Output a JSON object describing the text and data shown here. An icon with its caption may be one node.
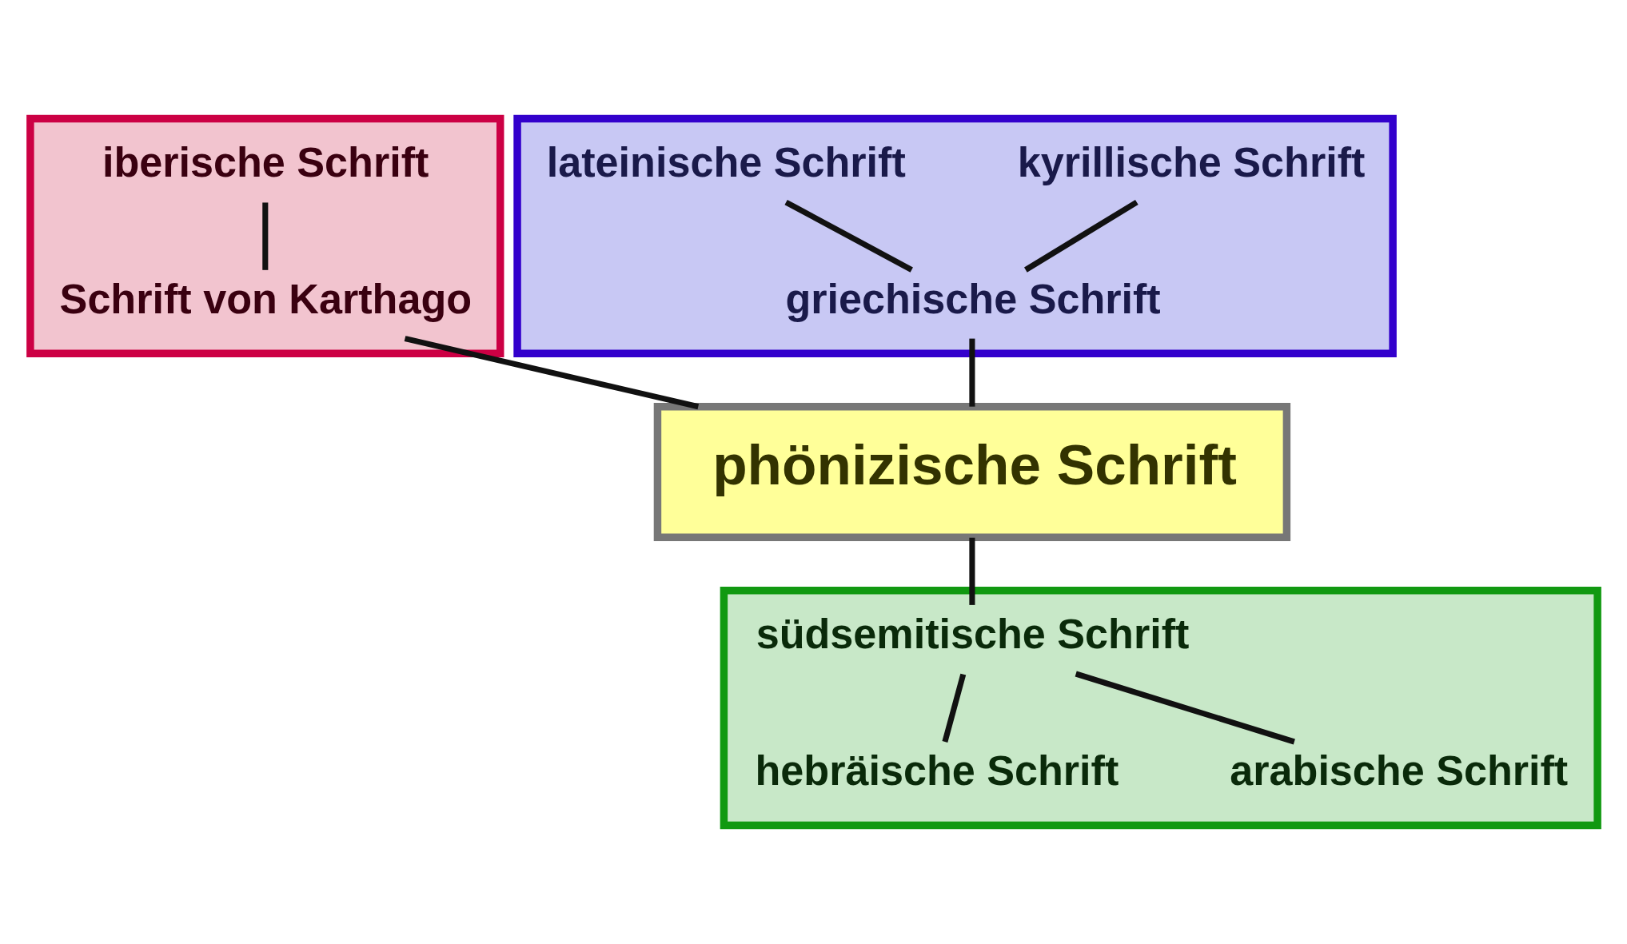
{
  "diagram": {
    "nodes": [
      {
        "text": [],
        "shape": "box"
      },
      {
        "text": [
          "lateinische Schrift"
        ],
        "in": 0
      },
      {
        "text": [
          "kyrillische Schrift"
        ],
        "in": 0
      },
      {
        "text": [
          "griechische Schrift"
        ],
        "in": 0
      },
      {
        "text": [],
        "shape": "box"
      },
      {
        "text": [
          "iberische Schrift"
        ],
        "in": 4
      },
      {
        "text": [
          "Schrift von Karthago"
        ],
        "in": 4
      },
      {
        "text": [
          "phönizische Schrift"
        ]
      },
      {
        "text": [],
        "shape": "box"
      },
      {
        "text": [
          "südsemitische Schrift"
        ],
        "in": 8
      },
      {
        "text": [
          "hebräische Schrift"
        ],
        "in": 8
      },
      {
        "text": [
          "arabische Schrift"
        ],
        "in": 8
      }
    ],
    "edges": [
      {
        "from": 3,
        "to": 1,
        "arrow": "none"
      },
      {
        "from": 3,
        "to": 2,
        "arrow": "none"
      },
      {
        "from": 7,
        "to": 3,
        "arrow": "none"
      },
      {
        "from": 7,
        "to": 6,
        "arrow": "none"
      },
      {
        "from": 6,
        "to": 5,
        "arrow": "none"
      },
      {
        "from": 7,
        "to": 9,
        "arrow": "none"
      },
      {
        "from": 9,
        "to": 10,
        "arrow": "none"
      },
      {
        "from": 9,
        "to": 11,
        "arrow": "none"
      }
    ]
  }
}
